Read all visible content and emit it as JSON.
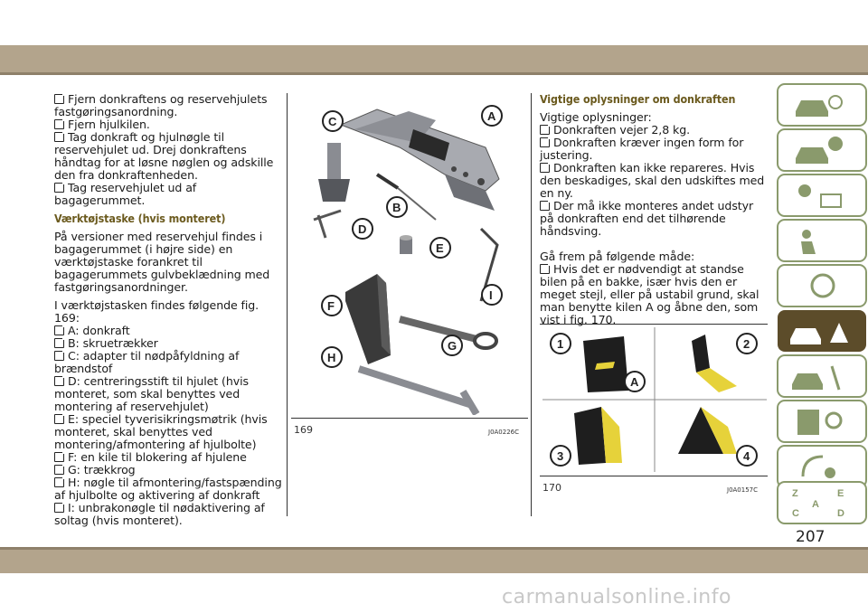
{
  "col1": {
    "items1": [
      "Fjern donkraftens og reservehjulets fastgøringsanordning.",
      "Fjern hjulkilen.",
      "Tag donkraft og hjulnøgle til reservehjulet ud. Drej donkraftens håndtag for at løsne nøglen og adskille den fra donkraftenheden.",
      "Tag reservehjulet ud af bagagerummet."
    ],
    "heading": "Værktøjstaske (hvis monteret)",
    "para1": "På versioner med reservehjul findes i bagagerummet (i højre side) en værktøjstaske forankret til bagagerummets gulvbeklædning med fastgøringsanordninger.",
    "para2": "I værktøjstasken findes følgende fig. 169:",
    "items2": [
      "A: donkraft",
      "B: skruetrækker",
      "C: adapter til nødpåfyldning af brændstof",
      "D: centreringsstift til hjulet (hvis monteret, som skal benyttes ved montering af reservehjulet)",
      "E: speciel tyverisikringsmøtrik (hvis monteret, skal benyttes ved montering/afmontering af hjulbolte)",
      "F: en kile til blokering af hjulene",
      "G: trækkrog",
      "H: nøgle til afmontering/fastspænding af hjulbolte og aktivering af donkraft",
      "I: unbrakonøgle til nødaktivering af soltag (hvis monteret)."
    ]
  },
  "col3": {
    "heading": "Vigtige oplysninger om donkraften",
    "intro": "Vigtige oplysninger:",
    "items1": [
      "Donkraften vejer 2,8 kg.",
      "Donkraften kræver ingen form for justering.",
      "Donkraften kan ikke repareres. Hvis den beskadiges, skal den udskiftes med en ny.",
      "Der må ikke monteres andet udstyr på donkraften end det tilhørende håndsving."
    ],
    "intro2": "Gå frem på følgende måde:",
    "items2": [
      "Hvis det er nødvendigt at standse bilen på en bakke, især hvis den er meget stejl, eller på ustabil grund, skal man benytte kilen A og åbne den, som vist i fig. 170."
    ]
  },
  "fig169": {
    "number": "169",
    "code": "J0A0226C",
    "labels": [
      "A",
      "B",
      "C",
      "D",
      "E",
      "F",
      "G",
      "H",
      "I"
    ]
  },
  "fig170": {
    "number": "170",
    "code": "J0A0157C",
    "labels": [
      "1",
      "2",
      "3",
      "4",
      "A"
    ]
  },
  "page_number": "207",
  "watermark": "carmanualsonline.info",
  "colors": {
    "accent_bar": "#b3a48c",
    "heading": "#6b5a1e",
    "tab_active": "#5c4c2a",
    "tab_inactive": "#8a9a6c"
  }
}
